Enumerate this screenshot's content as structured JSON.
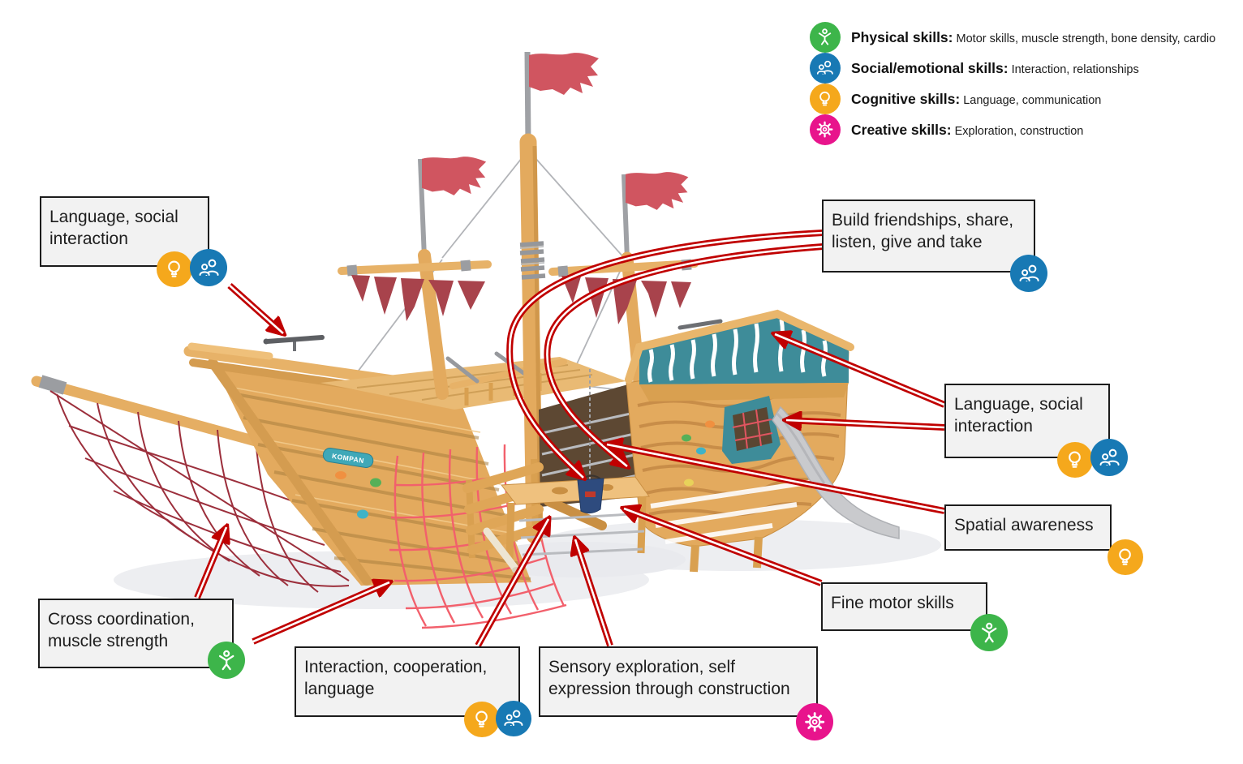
{
  "theme": {
    "background": "#ffffff",
    "arrow_color": "#c00000",
    "box_bg": "#f2f2f2",
    "box_border": "#1c1c1c"
  },
  "skills": {
    "physical": {
      "label": "Physical skills:",
      "desc": "Motor skills, muscle strength, bone density, cardio",
      "color": "#3db54a",
      "icon": "person-icon"
    },
    "social": {
      "label": "Social/emotional skills:",
      "desc": "Interaction, relationships",
      "color": "#1879b4",
      "icon": "people-icon"
    },
    "cognitive": {
      "label": "Cognitive skills:",
      "desc": "Language, communication",
      "color": "#f5a81c",
      "icon": "lightbulb-icon"
    },
    "creative": {
      "label": "Creative skills:",
      "desc": "Exploration, construction",
      "color": "#e8148c",
      "icon": "gear-icon"
    }
  },
  "callouts": [
    {
      "id": "language-social-top-left",
      "text": "Language, social interaction",
      "skills": [
        "cognitive",
        "social"
      ]
    },
    {
      "id": "build-friendships",
      "text": "Build friendships, share, listen, give and take",
      "skills": [
        "social"
      ]
    },
    {
      "id": "language-social-right",
      "text": "Language, social interaction",
      "skills": [
        "cognitive",
        "social"
      ]
    },
    {
      "id": "spatial-awareness",
      "text": "Spatial awareness",
      "skills": [
        "cognitive"
      ]
    },
    {
      "id": "fine-motor-skills",
      "text": "Fine motor skills",
      "skills": [
        "physical"
      ]
    },
    {
      "id": "cross-coordination",
      "text": "Cross coordination, muscle strength",
      "skills": [
        "physical"
      ]
    },
    {
      "id": "interaction-cooperation",
      "text": "Interaction, cooperation, language",
      "skills": [
        "cognitive",
        "social"
      ]
    },
    {
      "id": "sensory-exploration",
      "text": "Sensory exploration, self expression through construction",
      "skills": [
        "creative"
      ]
    }
  ],
  "ship": {
    "logo": "KOMPAN",
    "colors": {
      "wood": "#e3aa5e",
      "wood_dark": "#c98f43",
      "wood_light": "#f0c689",
      "flag_red": "#d05560",
      "sail_red": "#a8434c",
      "net_dark_red": "#9c2f3c",
      "net_pink": "#f2606c",
      "slide_gray": "#c9cacd",
      "teal": "#3e8c99",
      "bucket_navy": "#2e4b7e"
    }
  }
}
